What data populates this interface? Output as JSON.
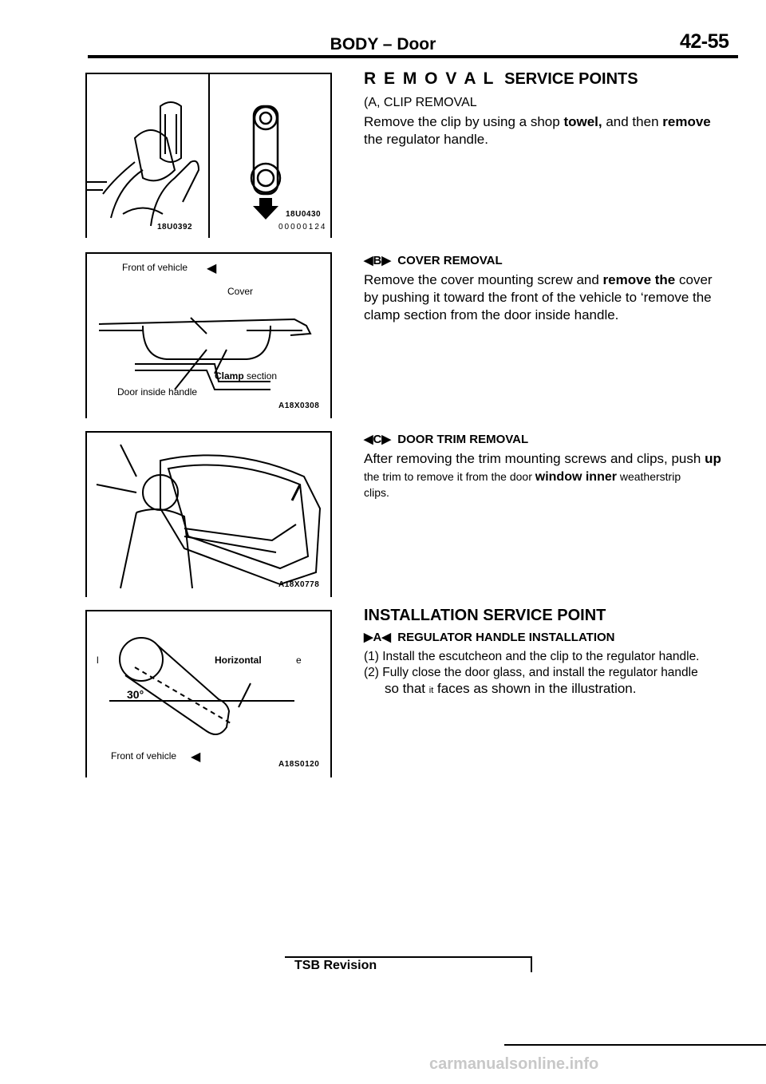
{
  "header": {
    "title": "BODY – Door",
    "page_number": "42-55"
  },
  "figures": {
    "fig1": {
      "left_code": "18U0392",
      "right_code": "18U0430",
      "bottom_code": "00000124"
    },
    "fig2": {
      "front_label": "Front of vehicle",
      "cover_label": "Cover",
      "clamp_bold": "Clamp",
      "clamp_rest": "section",
      "handle_label": "Door inside handle",
      "code": "A18X0308"
    },
    "fig3": {
      "code": "A18X0778"
    },
    "fig4": {
      "horizontal_left": "l",
      "horizontal_bold": "Horizontal",
      "horizontal_right": "e",
      "angle_label": "30°",
      "front_label": "Front of vehicle",
      "code": "A18S0120"
    }
  },
  "content": {
    "removal_heading_spaced": "R E M O V A L",
    "removal_heading_bold": "SERVICE POINTS",
    "a_heading": "(A, CLIP REMOVAL",
    "a_line1_start": "Remove the clip by using a shop",
    "a_line1_bold1": "towel,",
    "a_line1_mid": "and then",
    "a_line1_bold2": "remove",
    "a_line2": "the regulator handle.",
    "b_marker": "B",
    "b_heading": "COVER REMOVAL",
    "b_line1_start": "Remove the cover mounting screw and",
    "b_line1_bold": "remove the",
    "b_line1_end": "cover",
    "b_line2": "by pushing it toward the front of the vehicle to ‘remove the",
    "b_line3": "clamp section from the door inside handle.",
    "c_marker": "C",
    "c_heading": "DOOR TRIM REMOVAL",
    "c_line1_start": "After removing the trim mounting screws and clips, push",
    "c_line1_bold": "up",
    "c_line2_start": "the trim to remove it from the door",
    "c_line2_bold": "window inner",
    "c_line2_end": "weatherstrip",
    "c_line3": "clips.",
    "install_heading": "INSTALLATION SERVICE",
    "install_heading_bold": "POINT",
    "a2_marker": "A",
    "a2_heading_start": "REGULATOR",
    "a2_heading_bold": "HANDLE",
    "a2_heading_end": "INSTALLATION",
    "step1": "(1) Install the escutcheon and the clip to the regulator handle.",
    "step2": "(2) Fully close the door glass, and install the regulator handle",
    "step2b_start": "so that",
    "step2b_small": "it",
    "step2b_end": "faces as shown in the illustration."
  },
  "footer": {
    "tsb": "TSB Revision",
    "watermark": "carmanualsonline.info"
  }
}
